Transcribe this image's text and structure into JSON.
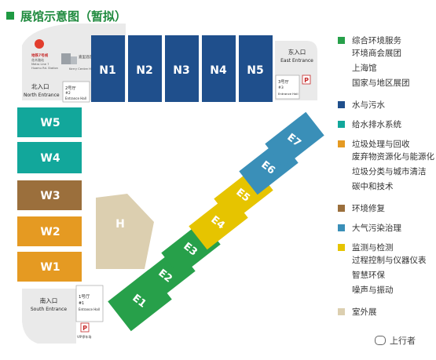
{
  "title": "展馆示意图（暂拟）",
  "colors": {
    "north_blue": "#1f4f8c",
    "west_teal": "#12a79b",
    "w3_brown": "#9b6f3c",
    "w_orange": "#e59a22",
    "e_green": "#27a04a",
    "e_yellow": "#e6c400",
    "e_lightblue": "#3a8fb8",
    "outdoor": "#dccfb0",
    "entrance_gray": "#eaeaea",
    "title_green": "#1f8a3e"
  },
  "halls": {
    "north": [
      "N1",
      "N2",
      "N3",
      "N4",
      "N5"
    ],
    "west": [
      "W5",
      "W4",
      "W3",
      "W2",
      "W1"
    ],
    "east": [
      "E1",
      "E2",
      "E3",
      "E4",
      "E5",
      "E6",
      "E7"
    ],
    "outdoor": "H"
  },
  "entrances": {
    "north": {
      "cn": "北入口",
      "en": "North Entrance"
    },
    "east": {
      "cn": "东入口",
      "en": "East Entrance"
    },
    "south": {
      "cn": "南入口",
      "en": "South Entrance"
    },
    "hall1": {
      "cn": "1号厅",
      "num": "#1",
      "en": "Entrance Hall"
    },
    "hall2": {
      "cn": "2号厅",
      "num": "#2",
      "en": "Entrance Hall"
    },
    "hall3": {
      "cn": "3号厅",
      "num": "#3",
      "en": "Entrance Hall"
    }
  },
  "metro": {
    "line": "地铁7号线",
    "station_cn": "花木路站",
    "en1": "Metro Line 7",
    "en2": "Huamu Rd. Station"
  },
  "hotel": {
    "cn": "嘉里酒店",
    "en": "Kerry Centre Hotel"
  },
  "parking": {
    "label": "P",
    "vip": "VIP停车场"
  },
  "legend": [
    {
      "color": "#27a04a",
      "label": "综合环境服务",
      "subs": [
        "环境商会展团",
        "上海馆",
        "国家与地区展团"
      ]
    },
    {
      "color": "#1f4f8c",
      "label": "水与污水",
      "subs": []
    },
    {
      "color": "#12a79b",
      "label": "给水排水系统",
      "subs": []
    },
    {
      "color": "#e59a22",
      "label": "垃圾处理与回收",
      "subs": [
        "废弃物资源化与能源化",
        "垃圾分类与城市清洁",
        "碳中和技术"
      ]
    },
    {
      "color": "#9b6f3c",
      "label": "环境修复",
      "subs": []
    },
    {
      "color": "#3a8fb8",
      "label": "大气污染治理",
      "subs": []
    },
    {
      "color": "#e6c400",
      "label": "监测与检测",
      "subs": [
        "过程控制与仪器仪表",
        "智慧环保",
        "噪声与振动"
      ]
    },
    {
      "color": "#dccfb0",
      "label": "室外展",
      "subs": []
    }
  ],
  "watermark": "上行者"
}
